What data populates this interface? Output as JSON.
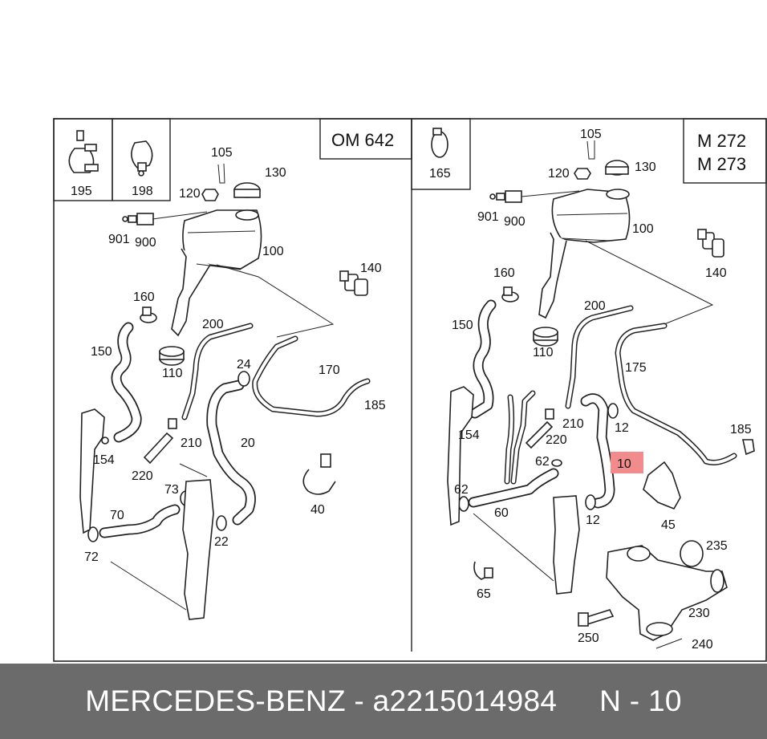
{
  "left_panel": {
    "engine_code": "OM 642",
    "inset_labels": [
      "195",
      "198"
    ],
    "labels": {
      "p105": "105",
      "p130": "130",
      "p120": "120",
      "p100": "100",
      "p901": "901",
      "p900": "900",
      "p140": "140",
      "p160": "160",
      "p200": "200",
      "p150": "150",
      "p110": "110",
      "p24": "24",
      "p170": "170",
      "p185": "185",
      "p210": "210",
      "p154": "154",
      "p20": "20",
      "p220": "220",
      "p73": "73",
      "p40": "40",
      "p70": "70",
      "p22": "22",
      "p72": "72"
    }
  },
  "right_panel": {
    "engine_code_1": "M 272",
    "engine_code_2": "M 273",
    "inset_labels": [
      "165"
    ],
    "labels": {
      "p105": "105",
      "p120": "120",
      "p130": "130",
      "p901": "901",
      "p900": "900",
      "p100": "100",
      "p140": "140",
      "p160": "160",
      "p200": "200",
      "p150": "150",
      "p110": "110",
      "p175": "175",
      "p210": "210",
      "p12a": "12",
      "p154": "154",
      "p220": "220",
      "p185": "185",
      "p62a": "62",
      "p10": "10",
      "p62b": "62",
      "p60": "60",
      "p12b": "12",
      "p45": "45",
      "p235": "235",
      "p65": "65",
      "p230": "230",
      "p250": "250",
      "p240": "240"
    },
    "highlight_color": "#f28b8b"
  },
  "footer": {
    "text": "MERCEDES-BENZ - a2215014984     N - 10",
    "background": "#6b6b6b"
  }
}
